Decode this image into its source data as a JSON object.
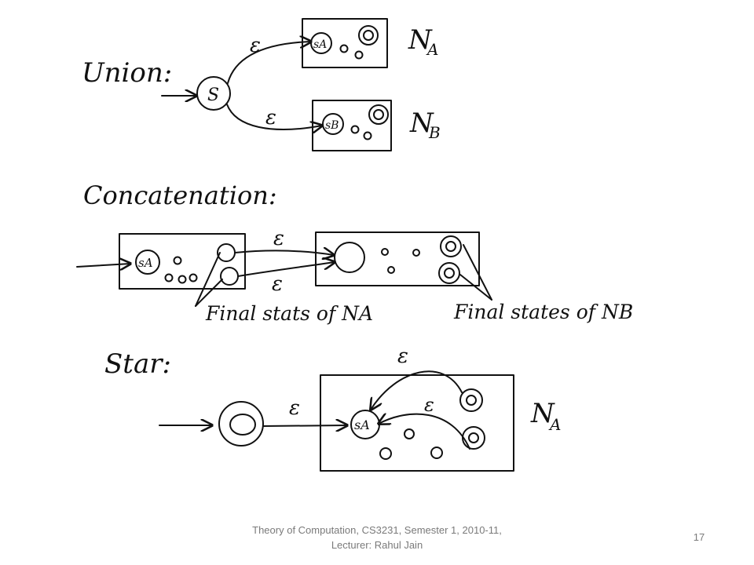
{
  "slide": {
    "union": {
      "heading": "Union:",
      "epsilon_upper": "ε",
      "epsilon_lower": "ε",
      "new_start": "S",
      "machine_a": {
        "start": "sA",
        "name": "N",
        "sub": "A"
      },
      "machine_b": {
        "start": "sB",
        "name": "N",
        "sub": "B"
      }
    },
    "concatenation": {
      "heading": "Concatenation:",
      "epsilon_upper": "ε",
      "epsilon_lower": "ε",
      "machine_a_start": "sA",
      "annotation_a": "Final stats of NA",
      "annotation_b": "Final states of NB"
    },
    "star": {
      "heading": "Star:",
      "epsilon_top": "ε",
      "epsilon_entry": "ε",
      "epsilon_inner": "ε",
      "machine_start": "sA",
      "machine_name": {
        "name": "N",
        "sub": "A"
      }
    },
    "footer": {
      "text": "Theory of Computation, CS3231, Semester 1, 2010-11, Lecturer: Rahul Jain",
      "page_number": "17"
    },
    "colors": {
      "ink": "#111111",
      "footer": "#7a7a7a",
      "background": "#ffffff"
    }
  }
}
